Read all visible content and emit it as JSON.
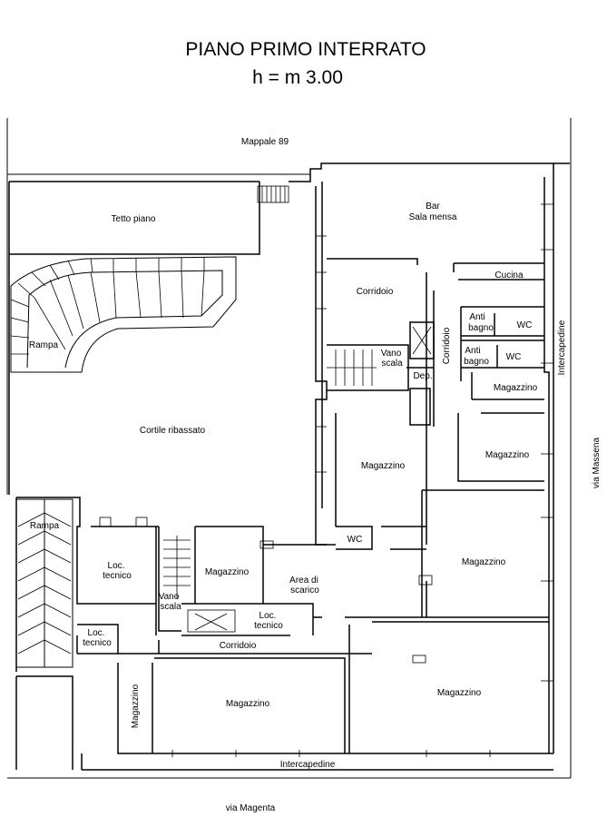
{
  "title": {
    "line1": "PIANO PRIMO INTERRATO",
    "line2": "h = m 3.00"
  },
  "streets": {
    "top": "Mappale 89",
    "bottom": "via Magenta",
    "right": "via Massena"
  },
  "rooms": {
    "tetto_piano": "Tetto piano",
    "rampa_top": "Rampa",
    "cortile": "Cortile ribassato",
    "rampa_left": "Rampa",
    "bar": "Bar",
    "sala_mensa": "Sala mensa",
    "cucina": "Cucina",
    "corridoio_top": "Corridoio",
    "corridoio_vert": "Corridoio",
    "anti_bagno_1a": "Anti",
    "anti_bagno_1b": "bagno",
    "wc_1": "WC",
    "anti_bagno_2a": "Anti",
    "anti_bagno_2b": "bagno",
    "wc_2": "WC",
    "vano_scala_1a": "Vano",
    "vano_scala_1b": "scala",
    "dep": "Dep.",
    "intercapedine_right": "Intercapedine",
    "magazzino_small": "Magazzino",
    "magazzino_right_mid": "Magazzino",
    "magazzino_center": "Magazzino",
    "wc_3": "WC",
    "magazzino_right_big": "Magazzino",
    "loc_tecnico_1a": "Loc.",
    "loc_tecnico_1b": "tecnico",
    "magazzino_mid": "Magazzino",
    "vano_scala_2a": "Vano",
    "vano_scala_2b": "scala",
    "area_scarico_a": "Area di",
    "area_scarico_b": "scarico",
    "loc_tecnico_2a": "Loc.",
    "loc_tecnico_2b": "tecnico",
    "loc_tecnico_3a": "Loc.",
    "loc_tecnico_3b": "tecnico",
    "corridoio_bottom": "Corridoio",
    "magazzino_vert": "Magazzino",
    "magazzino_bottom_left": "Magazzino",
    "magazzino_bottom_right": "Magazzino",
    "intercapedine_bottom": "Intercapedine"
  }
}
